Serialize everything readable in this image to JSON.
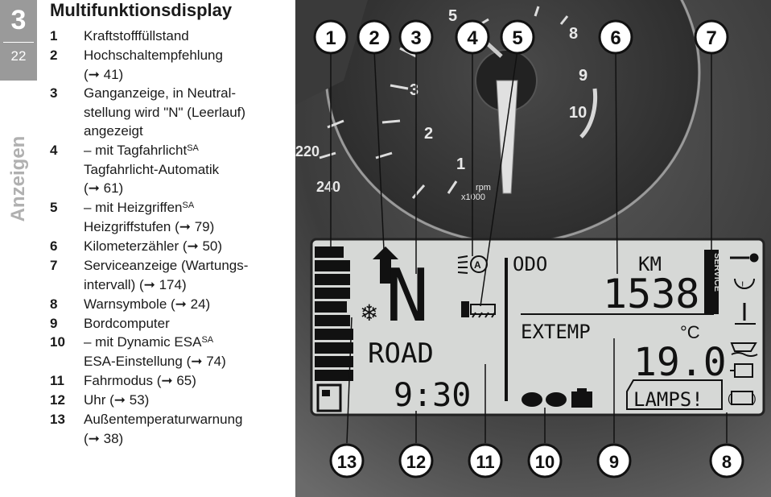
{
  "chapter": {
    "number": "3",
    "page": "22",
    "side_label": "Anzeigen"
  },
  "title": "Multifunktionsdisplay",
  "items": [
    {
      "num": "1",
      "lines": [
        "Kraftstofffüllstand"
      ]
    },
    {
      "num": "2",
      "lines": [
        "Hochschaltempfehlung",
        "(➞ 41)"
      ]
    },
    {
      "num": "3",
      "lines": [
        "Ganganzeige, in Neutral-",
        "stellung wird \"N\" (Leerlauf)",
        "angezeigt"
      ]
    },
    {
      "num": "4",
      "lines": [
        "– mit Tagfahrlicht",
        "Tagfahrlicht-Automatik",
        "(➞ 61)"
      ],
      "sup": "SA"
    },
    {
      "num": "5",
      "lines": [
        "– mit Heizgriffen",
        "Heizgriffstufen  (➞ 79)"
      ],
      "sup": "SA"
    },
    {
      "num": "6",
      "lines": [
        "Kilometerzähler  (➞ 50)"
      ]
    },
    {
      "num": "7",
      "lines": [
        "Serviceanzeige (Wartungs-",
        "intervall)  (➞ 174)"
      ]
    },
    {
      "num": "8",
      "lines": [
        "Warnsymbole  (➞ 24)"
      ]
    },
    {
      "num": "9",
      "lines": [
        "Bordcomputer"
      ]
    },
    {
      "num": "10",
      "lines": [
        "– mit Dynamic ESA",
        "ESA-Einstellung  (➞ 74)"
      ],
      "sup": "SA"
    },
    {
      "num": "11",
      "lines": [
        "Fahrmodus  (➞ 65)"
      ]
    },
    {
      "num": "12",
      "lines": [
        "Uhr  (➞ 53)"
      ]
    },
    {
      "num": "13",
      "lines": [
        "Außentemperaturwarnung",
        "(➞ 38)"
      ]
    }
  ],
  "photo": {
    "callouts_top": [
      "1",
      "2",
      "3",
      "4",
      "5",
      "6",
      "7"
    ],
    "callouts_bottom": [
      "13",
      "12",
      "11",
      "10",
      "9",
      "8"
    ],
    "tach_numbers": [
      "5",
      "8",
      "9",
      "10",
      "3",
      "2",
      "1"
    ],
    "speed_numbers": [
      "220",
      "240"
    ],
    "rpm_label": [
      "rpm",
      "x1000"
    ],
    "display": {
      "gear": "N",
      "odo_label": "ODO",
      "km_label": "KM",
      "odometer": "1538",
      "service": "SERVICE",
      "bc_label": "EXTEMP",
      "temp_unit": "°C",
      "temp_value": "19.0",
      "mode": "ROAD",
      "clock": "9:30",
      "lamps": "LAMPS!"
    }
  }
}
